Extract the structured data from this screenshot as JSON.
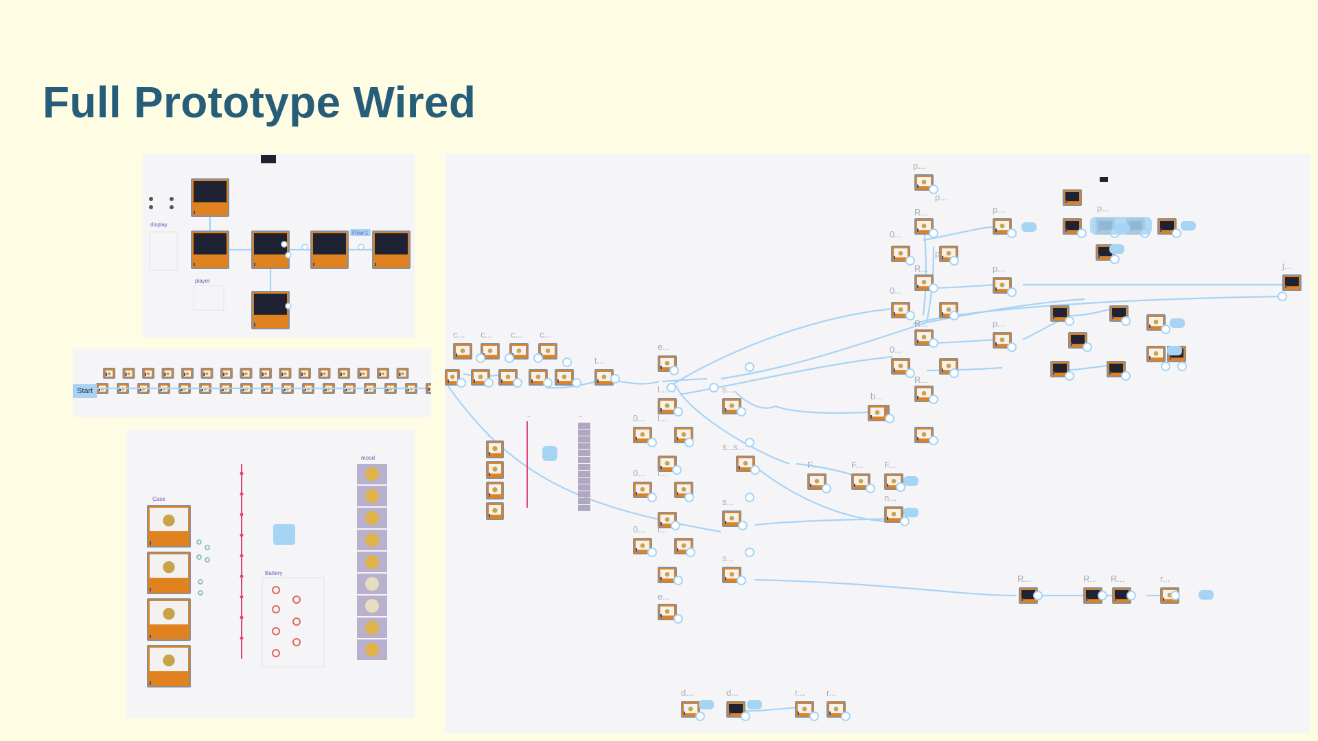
{
  "title": "Full Prototype Wired",
  "colors": {
    "background": "#fefde3",
    "title": "#265d79",
    "panel": "#f5f4f7",
    "wire": "#a6d4f5",
    "device": "#e0821f",
    "device_border": "#8a8f96",
    "screen": "#1f2233",
    "component_label": "#7a55b8",
    "slider_pin": "#e0457a"
  },
  "components": {
    "case_label": "Case",
    "battery_label": "Battery",
    "mood_label": "mood",
    "player_label": "player",
    "display_label": "display"
  },
  "strip": {
    "start_label": "Start"
  },
  "flow_badge": "Flow 1",
  "ellipsis": "...",
  "node_labels": [
    "c...",
    "c...",
    "c...",
    "c...",
    "t...",
    "e...",
    "l...",
    "s...",
    "b...",
    "0...",
    "0...",
    "0...",
    "0...",
    "0...",
    "0...",
    "s...",
    "s...",
    "s...",
    "F...",
    "F...",
    "F...",
    "n...",
    "R...",
    "R...",
    "R...",
    "R...",
    "R...",
    "R...",
    "R...",
    "p...",
    "p...",
    "p...",
    "p...",
    "p...",
    "p...",
    "p...",
    "j...",
    "d...",
    "d...",
    "r...",
    "r...",
    "r...",
    "e...",
    "s...",
    "l...",
    "l...",
    "l..."
  ]
}
